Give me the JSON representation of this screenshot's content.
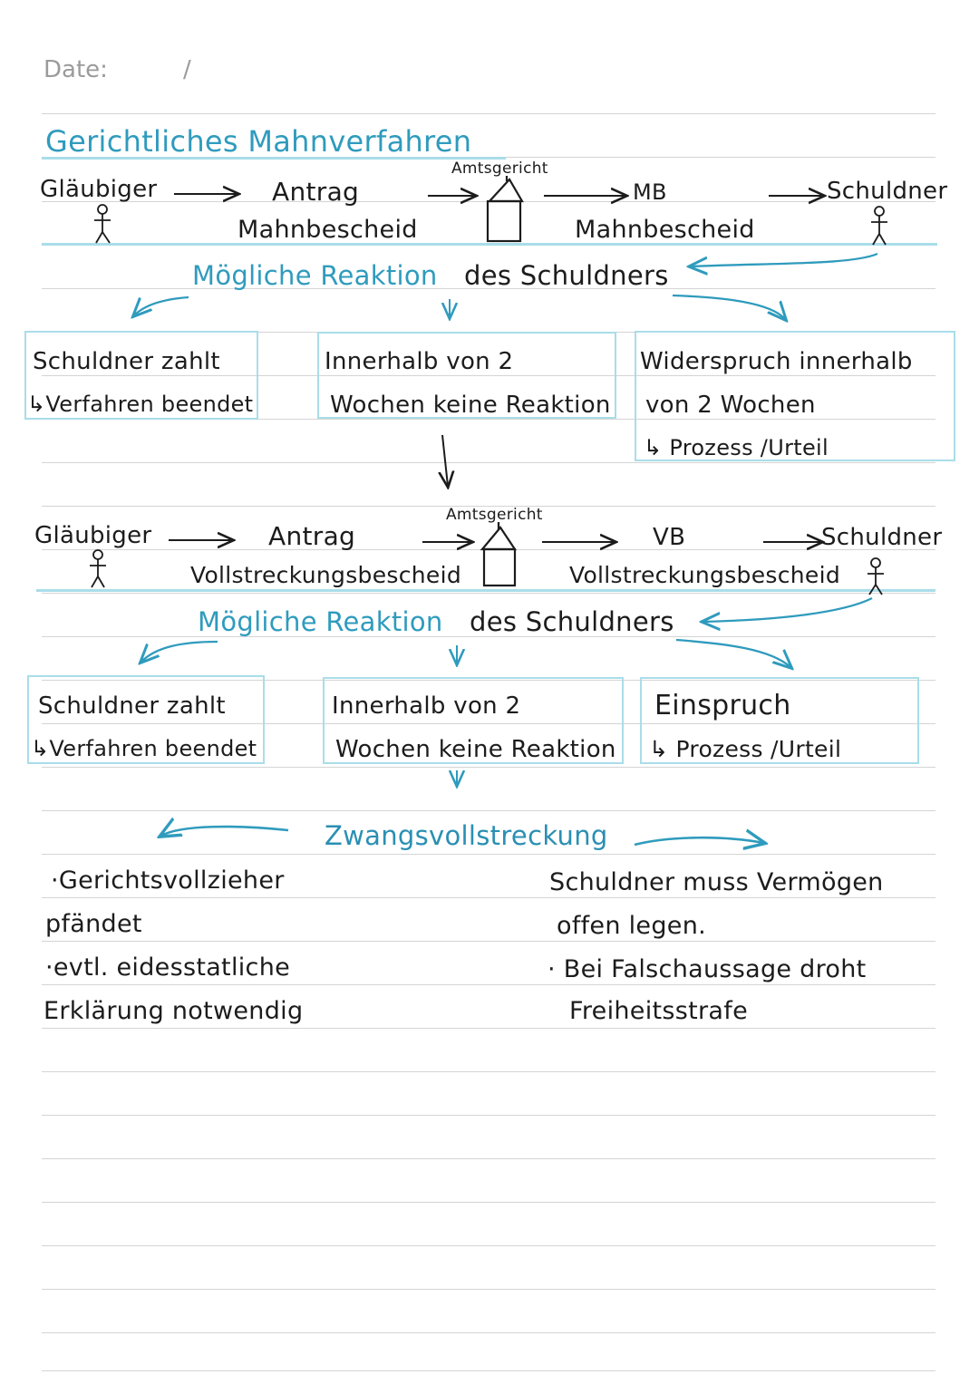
{
  "header": {
    "date_label": "Date:",
    "date_separator": "/"
  },
  "title": "Gerichtliches Mahnverfahren",
  "section1": {
    "creditor": "Gläubiger",
    "request_line1": "Antrag",
    "request_line2": "Mahnbescheid",
    "court": "Amtsgericht",
    "output_short": "MB",
    "output_long": "Mahnbescheid",
    "debtor": "Schuldner",
    "reaction_heading_colored": "Mögliche Reaktion",
    "reaction_heading_rest": "des Schuldners",
    "box_left_line1": "Schuldner zahlt",
    "box_left_line2": "↳Verfahren beendet",
    "box_mid_line1": "Innerhalb von 2",
    "box_mid_line2": "Wochen keine Reaktion",
    "box_right_line1": "Widerspruch innerhalb",
    "box_right_line2": "von 2 Wochen",
    "box_right_line3": "↳ Prozess /Urteil"
  },
  "section2": {
    "creditor": "Gläubiger",
    "request_line1": "Antrag",
    "request_line2": "Vollstreckungsbescheid",
    "court": "Amtsgericht",
    "output_short": "VB",
    "output_long": "Vollstreckungsbescheid",
    "debtor": "Schuldner",
    "reaction_heading_colored": "Mögliche Reaktion",
    "reaction_heading_rest": "des Schuldners",
    "box_left_line1": "Schuldner zahlt",
    "box_left_line2": "↳Verfahren beendet",
    "box_mid_line1": "Innerhalb von 2",
    "box_mid_line2": "Wochen keine Reaktion",
    "box_right_line1": "Einspruch",
    "box_right_line2": "↳ Prozess /Urteil"
  },
  "section3": {
    "heading": "Zwangsvollstreckung",
    "left_line1": "·Gerichtsvollzieher",
    "left_line2": "pfändet",
    "left_line3": "·evtl. eidesstatliche",
    "left_line4": "Erklärung notwendig",
    "right_line1": "Schuldner muss Vermögen",
    "right_line2": "offen legen.",
    "right_line3": "· Bei Falschaussage droht",
    "right_line4": "Freiheitsstrafe"
  },
  "colors": {
    "accent": "#2f9bbd",
    "highlight": "#a9dde9",
    "ink": "#1c1c1c",
    "rule": "#d4d4d4"
  }
}
